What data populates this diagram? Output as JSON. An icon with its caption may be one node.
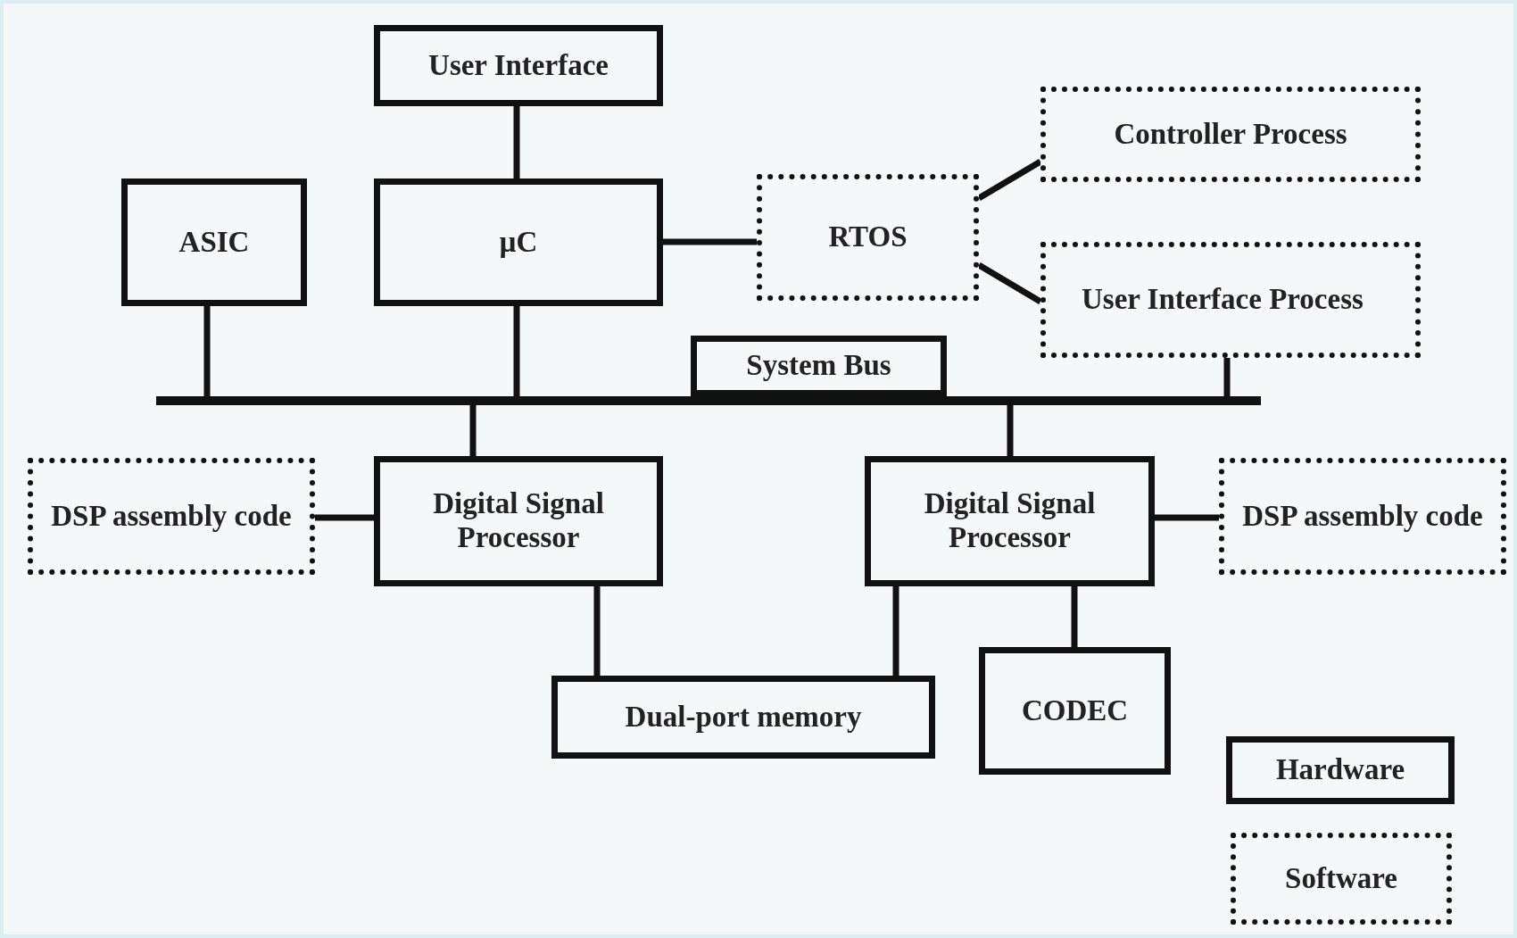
{
  "diagram": {
    "nodes": [
      {
        "text": [
          "User Interface"
        ]
      },
      {
        "text": [
          "ASIC"
        ]
      },
      {
        "text": [
          "µC"
        ]
      },
      {
        "text": [
          "RTOS"
        ]
      },
      {
        "text": [
          "Controller Process"
        ]
      },
      {
        "text": [
          "User Interface Process"
        ]
      },
      {
        "text": [
          "System Bus"
        ]
      },
      {
        "text": [],
        "shape": "bar"
      },
      {
        "text": [
          "DSP assembly code"
        ]
      },
      {
        "text": [
          "Digital Signal Processor"
        ]
      },
      {
        "text": [
          "Digital Signal Processor"
        ]
      },
      {
        "text": [
          "DSP assembly code"
        ]
      },
      {
        "text": [
          "Dual-port memory"
        ]
      },
      {
        "text": [
          "CODEC"
        ]
      }
    ],
    "edges": [
      {
        "from": 0,
        "to": 2,
        "arrow": "none"
      },
      {
        "from": 1,
        "to": 7,
        "arrow": "none"
      },
      {
        "from": 2,
        "to": 7,
        "arrow": "none"
      },
      {
        "from": 2,
        "to": 3,
        "arrow": "none"
      },
      {
        "from": 3,
        "to": 4,
        "arrow": "none"
      },
      {
        "from": 3,
        "to": 5,
        "arrow": "none"
      },
      {
        "from": 5,
        "to": 7,
        "arrow": "none"
      },
      {
        "from": 7,
        "to": 9,
        "arrow": "none"
      },
      {
        "from": 7,
        "to": 10,
        "arrow": "none"
      },
      {
        "from": 8,
        "to": 9,
        "arrow": "none"
      },
      {
        "from": 10,
        "to": 11,
        "arrow": "none"
      },
      {
        "from": 9,
        "to": 12,
        "arrow": "none"
      },
      {
        "from": 10,
        "to": 12,
        "arrow": "none"
      },
      {
        "from": 10,
        "to": 13,
        "arrow": "none"
      }
    ],
    "legend": [
      {
        "text": "Hardware"
      },
      {
        "text": "Software"
      }
    ]
  }
}
